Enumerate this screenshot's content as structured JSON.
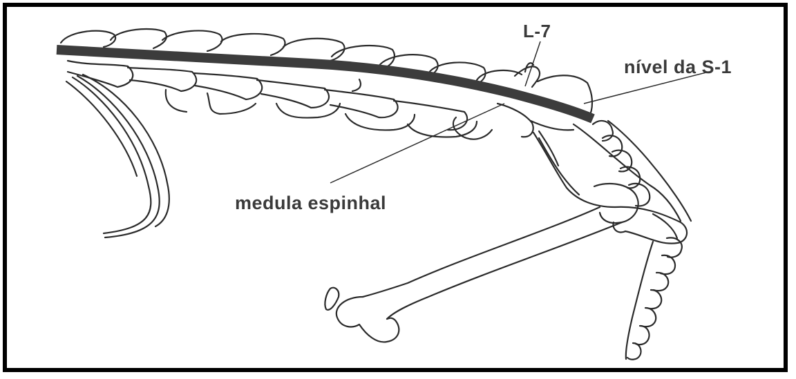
{
  "labels": {
    "l7": "L-7",
    "s1": "nível da S-1",
    "medula": "medula espinhal"
  },
  "colors": {
    "frame": "#000000",
    "outline": "#2a2a2a",
    "spinal_cord": "#3c3c3c",
    "text": "#3a3a3a"
  }
}
